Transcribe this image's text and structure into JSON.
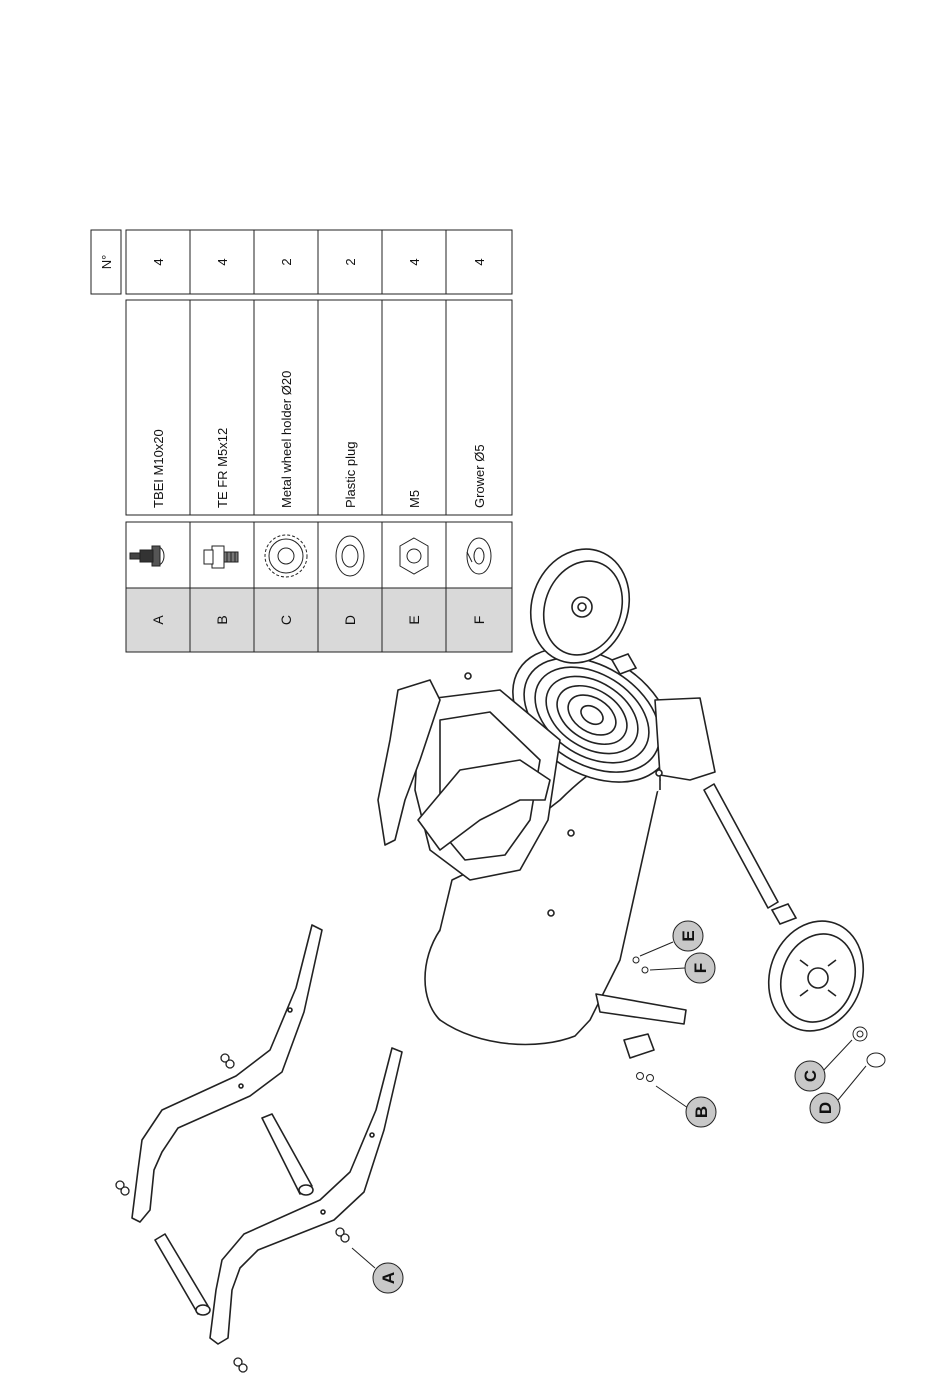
{
  "table": {
    "header_no": "N°",
    "rows": [
      {
        "letter": "A",
        "description": "TBEI M10x20",
        "qty": "4",
        "icon": "hex-socket-bolt-icon"
      },
      {
        "letter": "B",
        "description": "TE FR M5x12",
        "qty": "4",
        "icon": "flange-bolt-icon"
      },
      {
        "letter": "C",
        "description": "Metal wheel holder Ø20",
        "qty": "2",
        "icon": "toothed-washer-icon"
      },
      {
        "letter": "D",
        "description": "Plastic plug",
        "qty": "2",
        "icon": "plastic-plug-icon"
      },
      {
        "letter": "E",
        "description": "M5",
        "qty": "4",
        "icon": "hex-nut-icon"
      },
      {
        "letter": "F",
        "description": "Grower Ø5",
        "qty": "4",
        "icon": "spring-washer-icon"
      }
    ]
  },
  "callouts": [
    "A",
    "B",
    "C",
    "D",
    "E",
    "F"
  ],
  "colors": {
    "letter_cell": "#d9d9d9",
    "callout_fill": "#c8c8c8",
    "line": "#222222"
  }
}
